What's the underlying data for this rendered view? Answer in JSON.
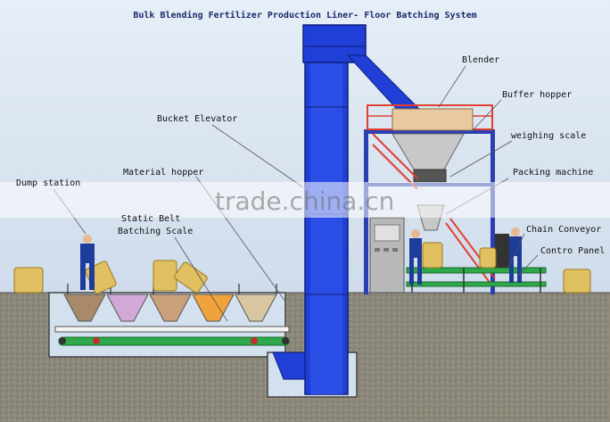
{
  "title": "Bulk Blending Fertilizer Production Liner- Floor Batching System",
  "labels": {
    "blender": "Blender",
    "buffer_hopper": "Buffer hopper",
    "bucket_elevator": "Bucket Elevator",
    "weighing_scale": "weighing scale",
    "material_hopper": "Material hopper",
    "dump_station": "Dump station",
    "packing_machine": "Packing machine",
    "static_belt": "Static Belt",
    "batching_scale": "Batching Scale",
    "chain_conveyor": "Chain Conveyor",
    "control_panel": "Contro Panel"
  },
  "watermark": "trade.china.cn",
  "colors": {
    "sky": "#d7e3f0",
    "ground": "#8f8878",
    "pit": "#cfe0ee",
    "elevator": "#1f3fd6",
    "frame": "#2b3fb0",
    "railing": "#e04030",
    "hopper_colors": [
      "#a88a6a",
      "#d0a9d9",
      "#c9a07a",
      "#f0a23c",
      "#d8c6a0"
    ],
    "bag": "#e0c060",
    "belt": "#2fa84a",
    "worker": "#1e3c9a"
  }
}
